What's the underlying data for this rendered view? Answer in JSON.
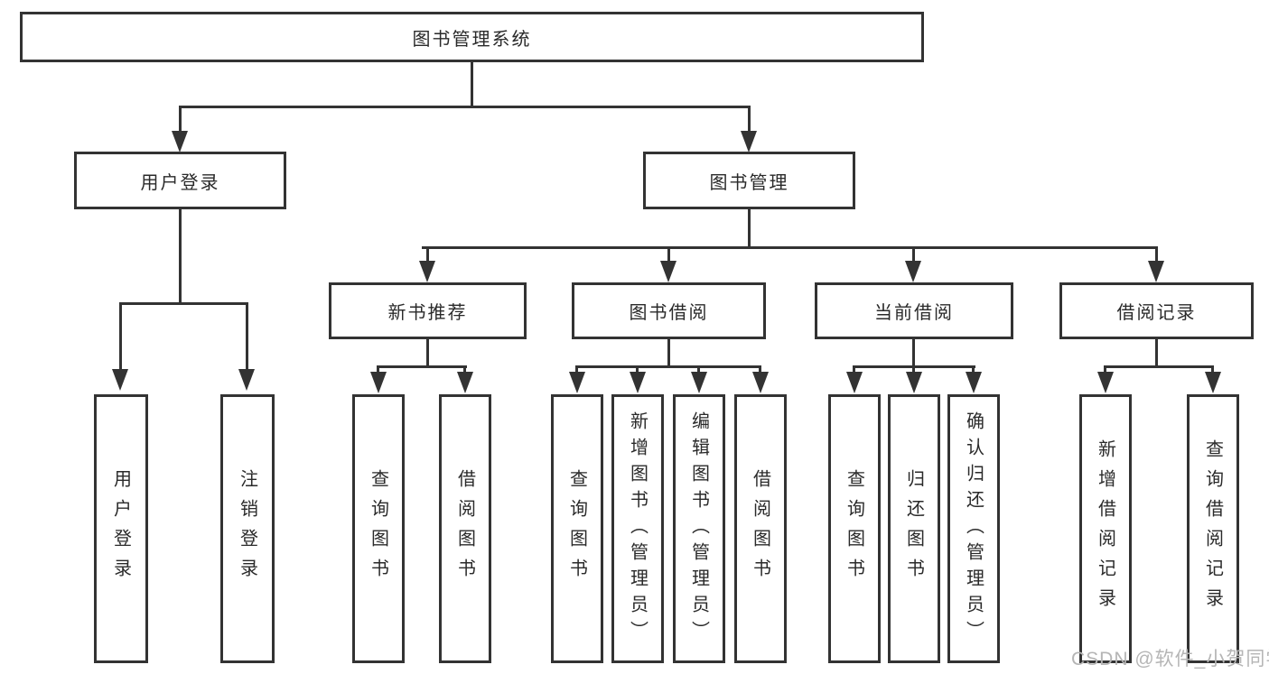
{
  "colors": {
    "line": "#333333",
    "box_border": "#333333",
    "text": "#2a2a2a",
    "watermark": "#b5b5b5",
    "background": "#ffffff"
  },
  "watermark": {
    "text": "CSDN @软件_小贺同学"
  },
  "tree": {
    "root": {
      "label": "图书管理系统"
    },
    "login": {
      "label": "用户登录",
      "children": [
        "用户登录",
        "注销登录"
      ]
    },
    "manage": {
      "label": "图书管理",
      "sections": [
        {
          "label": "新书推荐",
          "children": [
            "查询图书",
            "借阅图书"
          ]
        },
        {
          "label": "图书借阅",
          "children": [
            "查询图书",
            "新增图书（管理员）",
            "编辑图书（管理员）",
            "借阅图书"
          ]
        },
        {
          "label": "当前借阅",
          "children": [
            "查询图书",
            "归还图书",
            "确认归还（管理员）"
          ]
        },
        {
          "label": "借阅记录",
          "children": [
            "新增借阅记录",
            "查询借阅记录"
          ]
        }
      ]
    }
  }
}
